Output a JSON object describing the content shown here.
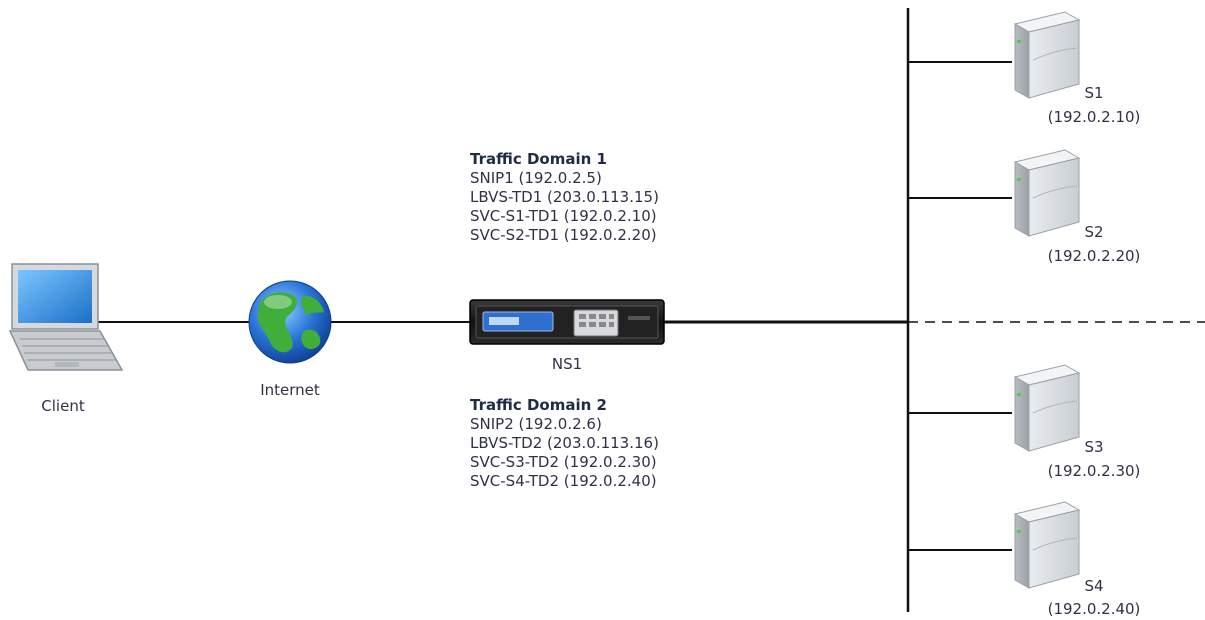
{
  "client": {
    "label": "Client"
  },
  "internet": {
    "label": "Internet"
  },
  "appliance": {
    "label": "NS1"
  },
  "traffic_domains": [
    {
      "title": "Traffic Domain 1",
      "entries": [
        "SNIP1 (192.0.2.5)",
        "LBVS-TD1 (203.0.113.15)",
        "SVC-S1-TD1 (192.0.2.10)",
        "SVC-S2-TD1 (192.0.2.20)"
      ]
    },
    {
      "title": "Traffic Domain 2",
      "entries": [
        "SNIP2 (192.0.2.6)",
        "LBVS-TD2 (203.0.113.16)",
        "SVC-S3-TD2 (192.0.2.30)",
        "SVC-S4-TD2 (192.0.2.40)"
      ]
    }
  ],
  "servers": [
    {
      "name": "S1",
      "ip": "(192.0.2.10)"
    },
    {
      "name": "S2",
      "ip": "(192.0.2.20)"
    },
    {
      "name": "S3",
      "ip": "(192.0.2.30)"
    },
    {
      "name": "S4",
      "ip": "(192.0.2.40)"
    }
  ],
  "colors": {
    "line": "#111111",
    "globe_ocean": "#2a73d8",
    "globe_land": "#3fae3a",
    "laptop_screen": "#2f8de0",
    "appliance_body": "#1b1b1b"
  }
}
